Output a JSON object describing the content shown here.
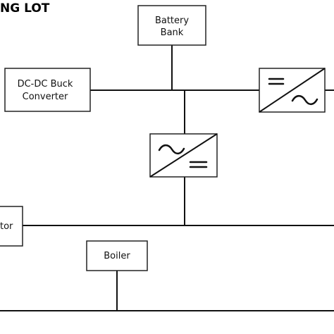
{
  "title": "NG LOT",
  "blocks": {
    "battery_bank": {
      "line1": "Battery",
      "line2": "Bank"
    },
    "buck_converter": {
      "line1": "DC-DC Buck",
      "line2": "Converter"
    },
    "generator_partial": {
      "label": "tor"
    },
    "boiler": {
      "label": "Boiler"
    }
  },
  "converters": {
    "dc_ac_inverter": {
      "symbols": [
        "equals-icon",
        "tilde-icon"
      ]
    },
    "ac_dc_rectifier": {
      "symbols": [
        "tilde-icon",
        "equals-icon"
      ]
    }
  }
}
